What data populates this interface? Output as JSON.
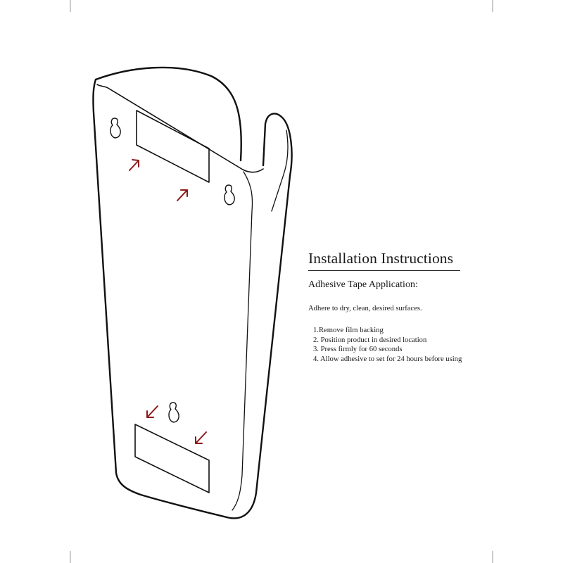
{
  "instructions": {
    "title": "Installation Instructions",
    "subtitle": "Adhesive Tape Application:",
    "intro": "Adhere to dry, clean, desired surfaces.",
    "steps": [
      "1.Remove film backing",
      "2. Position product in desired location",
      "3. Press firmly for 60 seconds",
      "4. Allow adhesive to set for 24 hours before using"
    ]
  },
  "colors": {
    "line": "#111111",
    "arrow": "#8b1a1a",
    "crop_mark": "#999999"
  },
  "icons": {
    "arrow": "arrow-icon",
    "keyhole": "keyhole-slot-icon",
    "tape": "adhesive-tape-strip"
  }
}
